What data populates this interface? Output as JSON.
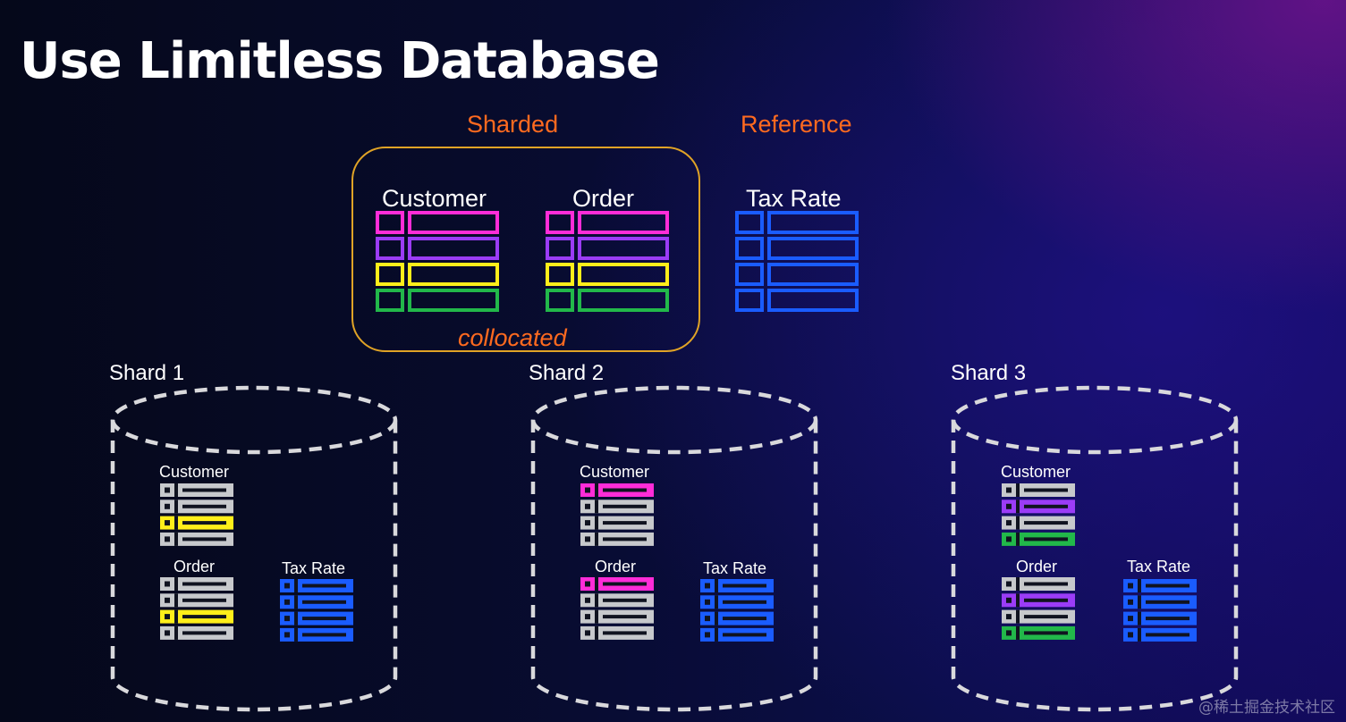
{
  "title": "Use Limitless Database",
  "categories": {
    "sharded": "Sharded",
    "reference": "Reference"
  },
  "collocated": "collocated",
  "tables": {
    "customer": "Customer",
    "order": "Order",
    "tax_rate": "Tax Rate"
  },
  "shards": [
    {
      "label": "Shard 1",
      "customer": "Customer",
      "order": "Order",
      "tax_rate": "Tax Rate",
      "highlight_rows": [
        2
      ]
    },
    {
      "label": "Shard 2",
      "customer": "Customer",
      "order": "Order",
      "tax_rate": "Tax Rate",
      "highlight_rows": [
        0
      ]
    },
    {
      "label": "Shard 3",
      "customer": "Customer",
      "order": "Order",
      "tax_rate": "Tax Rate",
      "highlight_rows": [
        1,
        3
      ]
    }
  ],
  "colors": {
    "row_colors": [
      "#ff2cd8",
      "#9b3cf7",
      "#ffee1a",
      "#22b84a"
    ],
    "reference": "#1a5cff",
    "grey": "#c7c9cc",
    "accent": "#ff6a1f",
    "box_border": "#e0a326"
  },
  "watermark": "@稀土掘金技术社区"
}
